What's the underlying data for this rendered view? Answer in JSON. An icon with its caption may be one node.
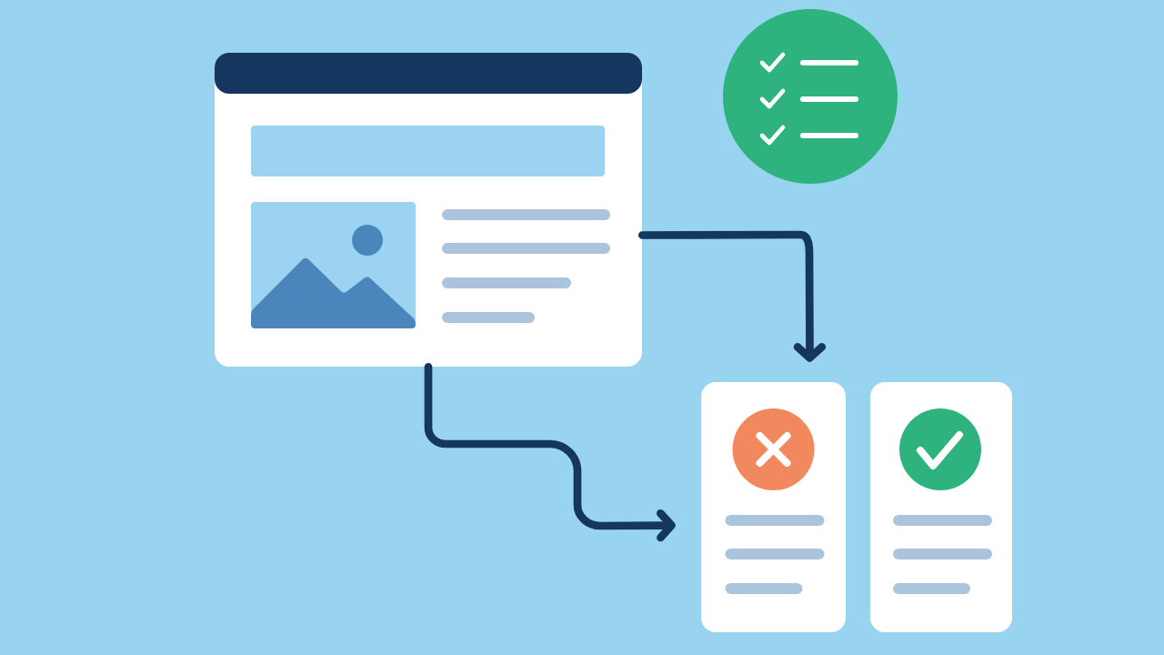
{
  "diagram": {
    "nodes": [
      {
        "text": [],
        "shape": "box"
      },
      {
        "text": [],
        "shape": "circle"
      },
      {
        "text": [],
        "shape": "box"
      },
      {
        "text": [],
        "shape": "box"
      }
    ],
    "edges": [
      {
        "from": 0,
        "to": 2,
        "arrow": "to"
      },
      {
        "from": 0,
        "to": 2,
        "arrow": "to"
      }
    ]
  }
}
